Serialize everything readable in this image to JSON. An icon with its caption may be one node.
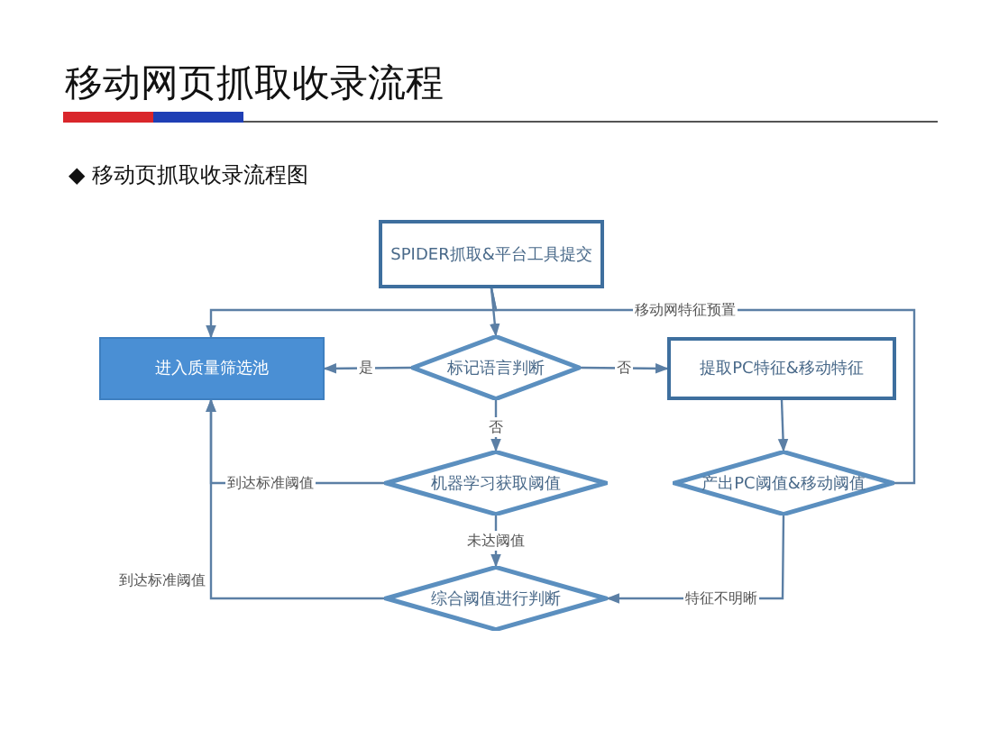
{
  "diagram": {
    "title": "移动网页抓取收录流程",
    "nodes": [
      {
        "text": [
          "SPIDER抓取&平台工具提交"
        ]
      },
      {
        "text": [
          "进入质量筛选池"
        ]
      },
      {
        "text": [
          "标记语言判断"
        ]
      },
      {
        "text": [
          "提取PC特征&移动特征"
        ]
      },
      {
        "text": [
          "机器学习获取阈值"
        ]
      },
      {
        "text": [
          "产出PC阈值&移动阈值"
        ]
      },
      {
        "text": [
          "综合阈值进行判断"
        ]
      }
    ],
    "edges": [
      {
        "from": 0,
        "to": 2,
        "arrow": "to"
      },
      {
        "from": 0,
        "to": 1,
        "arrow": "to"
      },
      {
        "from": 0,
        "to": 5,
        "arrow": "none",
        "label": "移动网特征预置"
      },
      {
        "from": 2,
        "to": 1,
        "arrow": "to",
        "label": "是"
      },
      {
        "from": 2,
        "to": 3,
        "arrow": "to",
        "label": "否"
      },
      {
        "from": 2,
        "to": 4,
        "arrow": "to",
        "label": "否"
      },
      {
        "from": 3,
        "to": 5,
        "arrow": "to"
      },
      {
        "from": 4,
        "to": 1,
        "arrow": "to",
        "label": "到达标准阈值"
      },
      {
        "from": 4,
        "to": 6,
        "arrow": "to",
        "label": "未达阈值"
      },
      {
        "from": 5,
        "to": 6,
        "arrow": "to",
        "label": "特征不明晰"
      },
      {
        "from": 6,
        "to": 1,
        "arrow": "to",
        "label": "到达标准阈值"
      }
    ],
    "labels": [
      "◆ 移动页抓取收录流程图"
    ]
  }
}
